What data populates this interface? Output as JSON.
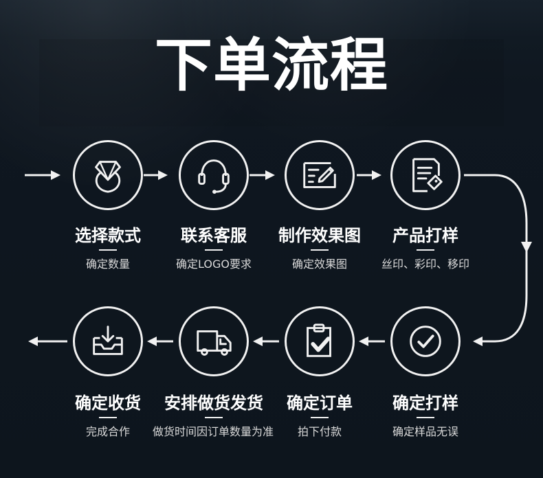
{
  "page": {
    "title": "下单流程"
  },
  "steps": [
    {
      "title": "选择款式",
      "subtitle": "确定数量",
      "icon": "ring-icon"
    },
    {
      "title": "联系客服",
      "subtitle": "确定LOGO要求",
      "icon": "headset-icon"
    },
    {
      "title": "制作效果图",
      "subtitle": "确定效果图",
      "icon": "design-board-icon"
    },
    {
      "title": "产品打样",
      "subtitle": "丝印、彩印、移印",
      "icon": "document-tag-icon"
    },
    {
      "title": "确定打样",
      "subtitle": "确定样品无误",
      "icon": "check-circle-icon"
    },
    {
      "title": "确定订单",
      "subtitle": "拍下付款",
      "icon": "clipboard-check-icon"
    },
    {
      "title": "安排做货发货",
      "subtitle": "做货时间因订单数量为准",
      "icon": "delivery-truck-icon"
    },
    {
      "title": "确定收货",
      "subtitle": "完成合作",
      "icon": "inbox-download-icon"
    }
  ],
  "colors": {
    "background": "#0f1720",
    "foreground": "#f2f2f2",
    "subtext": "#d9d9d9"
  }
}
